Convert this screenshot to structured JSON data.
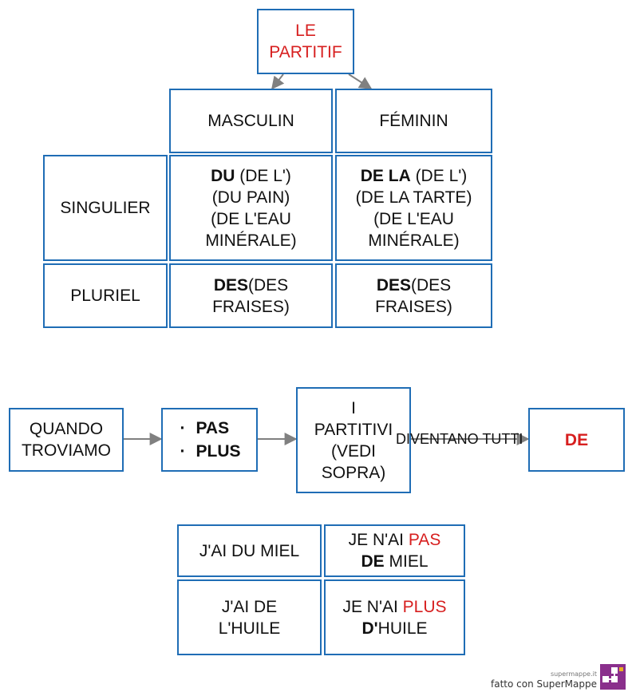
{
  "title": {
    "line1": "LE",
    "line2": "PARTITIF"
  },
  "table": {
    "col_masculin": "MASCULIN",
    "col_feminin": "FÉMININ",
    "row_singulier": "SINGULIER",
    "row_pluriel": "PLURIEL",
    "masc_sing": {
      "bold": "DU",
      "rest1": " (DE L')",
      "line2": "(DU PAIN)",
      "line3": "(DE L'EAU",
      "line4": "MINÉRALE)"
    },
    "fem_sing": {
      "bold": "DE LA",
      "rest1": " (DE L')",
      "line2": "(DE LA TARTE)",
      "line3": "(DE L'EAU",
      "line4": "MINÉRALE)"
    },
    "masc_plur": {
      "bold": "DES",
      "rest1": "(DES",
      "line2": "FRAISES)"
    },
    "fem_plur": {
      "bold": "DES",
      "rest1": "(DES",
      "line2": "FRAISES)"
    }
  },
  "flow": {
    "quando": {
      "line1": "QUANDO",
      "line2": "TROVIAMO"
    },
    "bullets": [
      "PAS",
      "PLUS"
    ],
    "partitivi": {
      "line1": "I",
      "line2": "PARTITIVI",
      "line3": "(VEDI",
      "line4": "SOPRA)"
    },
    "link_label": "DIVENTANO TUTTI",
    "result": "DE"
  },
  "examples": {
    "ex1_left": "J'AI DU MIEL",
    "ex1_right": {
      "pre": "JE N'AI ",
      "red": "PAS",
      "bold": "DE",
      "post": " MIEL"
    },
    "ex2_left": {
      "line1": "J'AI DE",
      "line2": "L'HUILE"
    },
    "ex2_right": {
      "pre": "JE N'AI ",
      "red": "PLUS",
      "bold": "D'",
      "post": "HUILE"
    }
  },
  "footer": {
    "site": "supermappe.it",
    "brand": "fatto con SuperMappe"
  },
  "colors": {
    "border": "#1f6db5",
    "accent": "#d71f1f",
    "arrow": "#808080"
  }
}
